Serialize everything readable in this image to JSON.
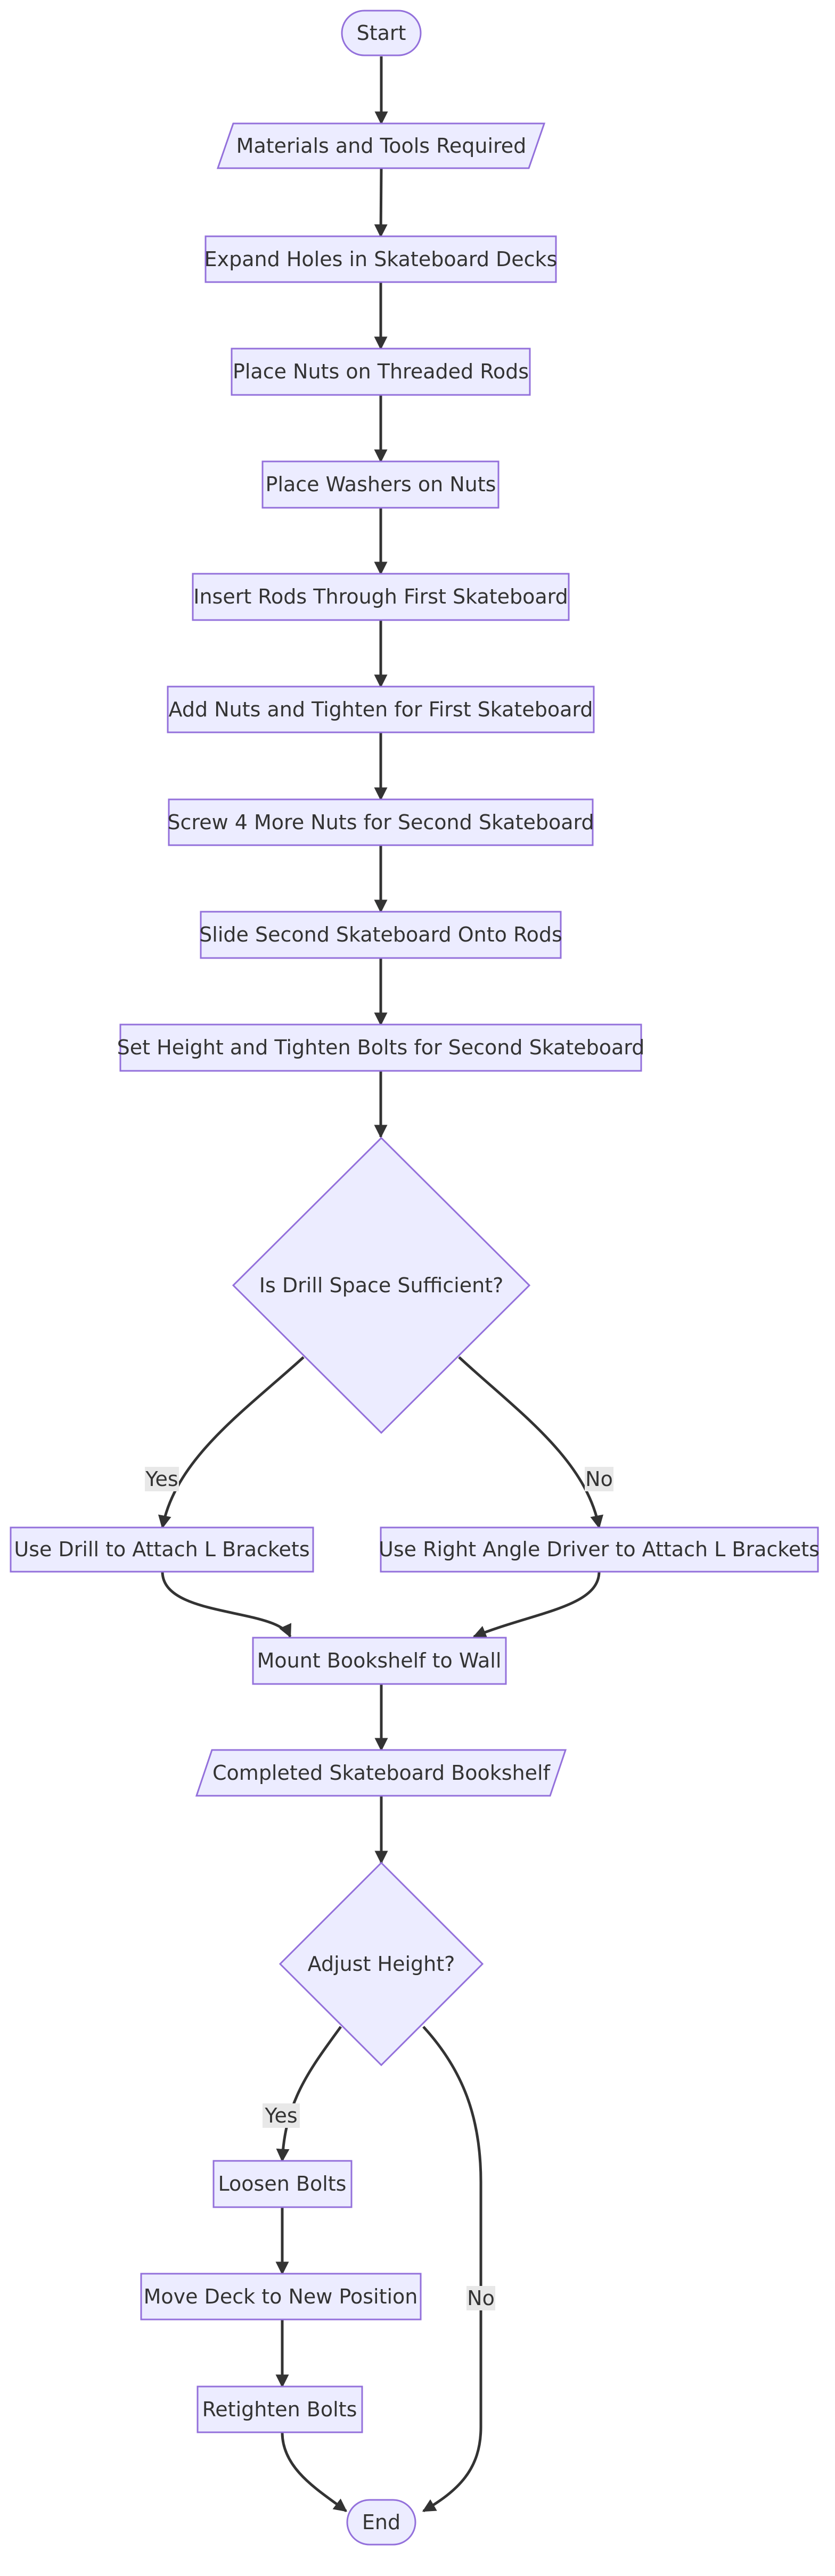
{
  "nodes": {
    "start": "Start",
    "materials": "Materials and Tools Required",
    "expand": "Expand Holes in Skateboard Decks",
    "place_nuts": "Place Nuts on Threaded Rods",
    "place_washers": "Place Washers on Nuts",
    "insert_rods": "Insert Rods Through First Skateboard",
    "add_nuts": "Add Nuts and Tighten for First Skateboard",
    "screw_nuts": "Screw 4 More Nuts for Second Skateboard",
    "slide": "Slide Second Skateboard Onto Rods",
    "set_height": "Set Height and Tighten Bolts for Second Skateboard",
    "drill_space": "Is Drill Space Sufficient?",
    "use_drill": "Use Drill to Attach L Brackets",
    "use_right_angle": "Use Right Angle Driver to Attach L Brackets",
    "mount": "Mount Bookshelf to Wall",
    "completed": "Completed Skateboard Bookshelf",
    "adjust": "Adjust Height?",
    "loosen": "Loosen Bolts",
    "move": "Move Deck to New Position",
    "retighten": "Retighten Bolts",
    "end": "End"
  },
  "edge_labels": {
    "drill_yes": "Yes",
    "drill_no": "No",
    "adjust_yes": "Yes",
    "adjust_no": "No"
  },
  "colors": {
    "node_fill": "#ececff",
    "node_stroke": "#9370db",
    "edge": "#333333",
    "label_bg": "#e8e8e8"
  }
}
